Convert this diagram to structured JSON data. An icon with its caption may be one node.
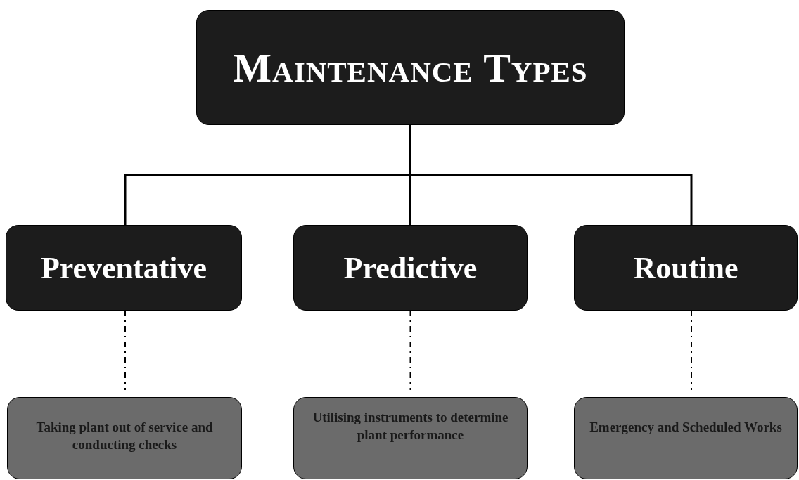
{
  "diagram": {
    "nodes": [
      {
        "text": [
          "Maintenance Types"
        ]
      },
      {
        "text": [
          "Preventative"
        ]
      },
      {
        "text": [
          "Predictive"
        ]
      },
      {
        "text": [
          "Routine"
        ]
      },
      {
        "text": [
          "Taking plant out of service and conducting checks"
        ]
      },
      {
        "text": [
          "Utilising instruments to determine plant performance"
        ]
      },
      {
        "text": [
          "Emergency and Scheduled Works"
        ]
      }
    ],
    "edges": [
      {
        "from": 0,
        "to": 1,
        "arrow": "none"
      },
      {
        "from": 0,
        "to": 2,
        "arrow": "none"
      },
      {
        "from": 0,
        "to": 3,
        "arrow": "none"
      },
      {
        "from": 1,
        "to": 4,
        "arrow": "none",
        "style": "dashed"
      },
      {
        "from": 2,
        "to": 5,
        "arrow": "none",
        "style": "dashed"
      },
      {
        "from": 3,
        "to": 6,
        "arrow": "none",
        "style": "dashed"
      }
    ]
  }
}
